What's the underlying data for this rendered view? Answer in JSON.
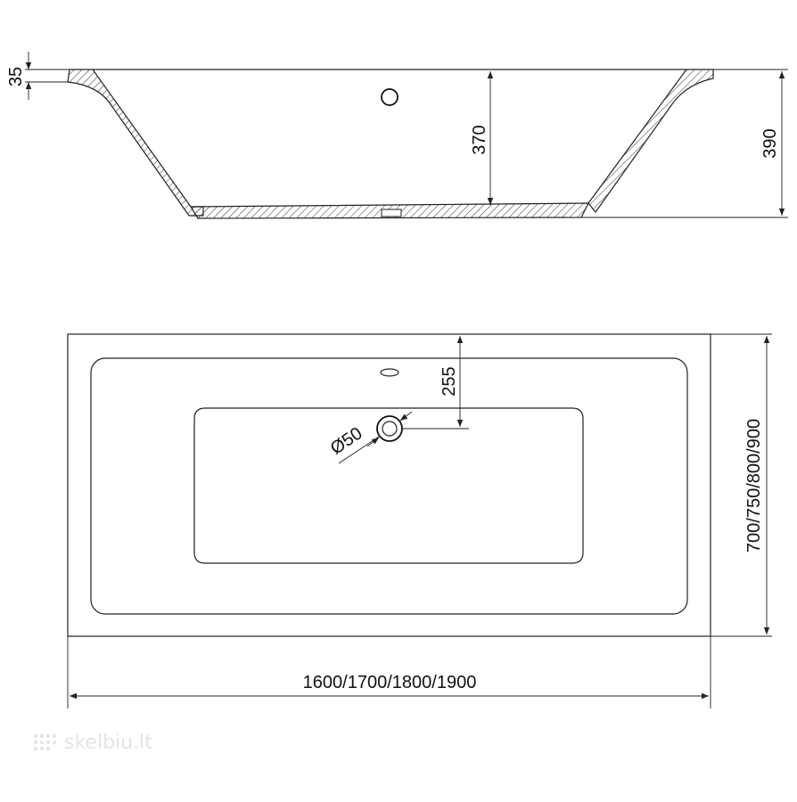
{
  "dimensions": {
    "rim_thickness": "35",
    "inner_depth": "370",
    "total_height": "390",
    "drain_offset": "255",
    "drain_diameter": "Ø50",
    "width_options": "700/750/800/900",
    "length_options": "1600/1700/1800/1900"
  },
  "watermark": {
    "text": "skelbiu.lt",
    "icon": "grid-dots-icon"
  },
  "colors": {
    "line": "#222222",
    "hatch": "#333333",
    "background": "#ffffff",
    "watermark": "#e4e4e4"
  }
}
